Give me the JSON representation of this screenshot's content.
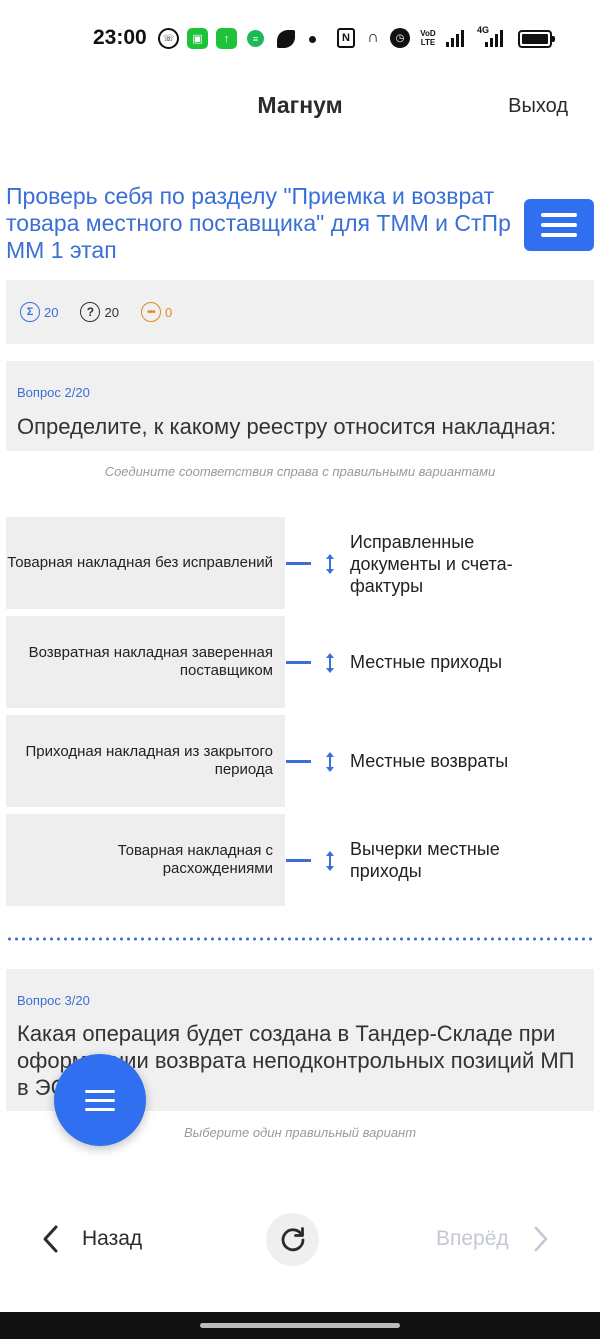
{
  "status_bar": {
    "time": "23:00",
    "icons": [
      "whatsapp-icon",
      "green-app-icon",
      "upload-icon",
      "spotify-icon",
      "leaf-icon",
      "dot-icon",
      "nfc-icon",
      "headphones-icon",
      "alarm-icon",
      "volte-icon",
      "signal-icon",
      "4g-signal-icon",
      "battery-icon"
    ],
    "vo_top": "VoD",
    "vo_bottom": "LTE",
    "network": "4G"
  },
  "header": {
    "title": "Магнум",
    "exit_label": "Выход"
  },
  "test": {
    "title": " Проверь себя по разделу \"Приемка и возврат\nтовара местного поставщика\" для ТММ и СтПр\nММ 1 этап"
  },
  "stats": {
    "total": "20",
    "unanswered": "20",
    "skipped": "0"
  },
  "question2": {
    "number": "Вопрос 2/20",
    "text": "Определите, к какому реестру относится накладная:",
    "hint": "Соедините соответствия справа с правильными вариантами",
    "pairs": [
      {
        "left": "Товарная накладная без исправлений",
        "right": "Исправленные документы и счета-фактуры"
      },
      {
        "left": "Возвратная накладная заверенная поставщиком",
        "right": "Местные приходы"
      },
      {
        "left": "Приходная накладная из закрытого периода",
        "right": "Местные возвраты"
      },
      {
        "left": "Товарная накладная с расхождениями",
        "right": "Вычерки местные приходы"
      }
    ]
  },
  "question3": {
    "number": "Вопрос 3/20",
    "text": "Какая операция будет создана в Тандер-Складе при оформлении возврата неподконтрольных позиций МП в ЭСД?",
    "hint": "Выберите один правильный вариант"
  },
  "navigation": {
    "back_label": "Назад",
    "forward_label": "Вперёд"
  },
  "colors": {
    "accent": "#2f6ff0",
    "link_blue": "#3a6fd8",
    "skipped_orange": "#e08a1e",
    "disabled": "#c3c8d2"
  }
}
